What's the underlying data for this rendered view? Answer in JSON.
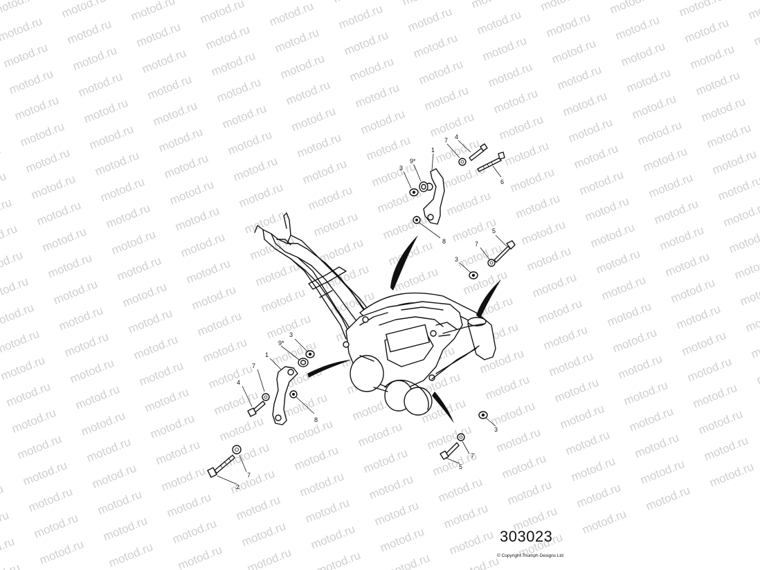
{
  "watermark_text": "motod.ru",
  "part_number": "303023",
  "copyright": "© Copyright Triumph Designs Ltd",
  "callouts": {
    "c1a": "1",
    "c1b": "1",
    "c2": "2",
    "c3a": "3",
    "c3b": "3",
    "c3c": "3",
    "c3d": "3",
    "c4a": "4",
    "c4b": "4",
    "c5a": "5",
    "c5b": "5",
    "c6": "6",
    "c7a": "7",
    "c7b": "7",
    "c7c": "7",
    "c7d": "7",
    "c7e": "7",
    "c8a": "8",
    "c8b": "8",
    "c9a": "9*",
    "c9b": "9*"
  }
}
